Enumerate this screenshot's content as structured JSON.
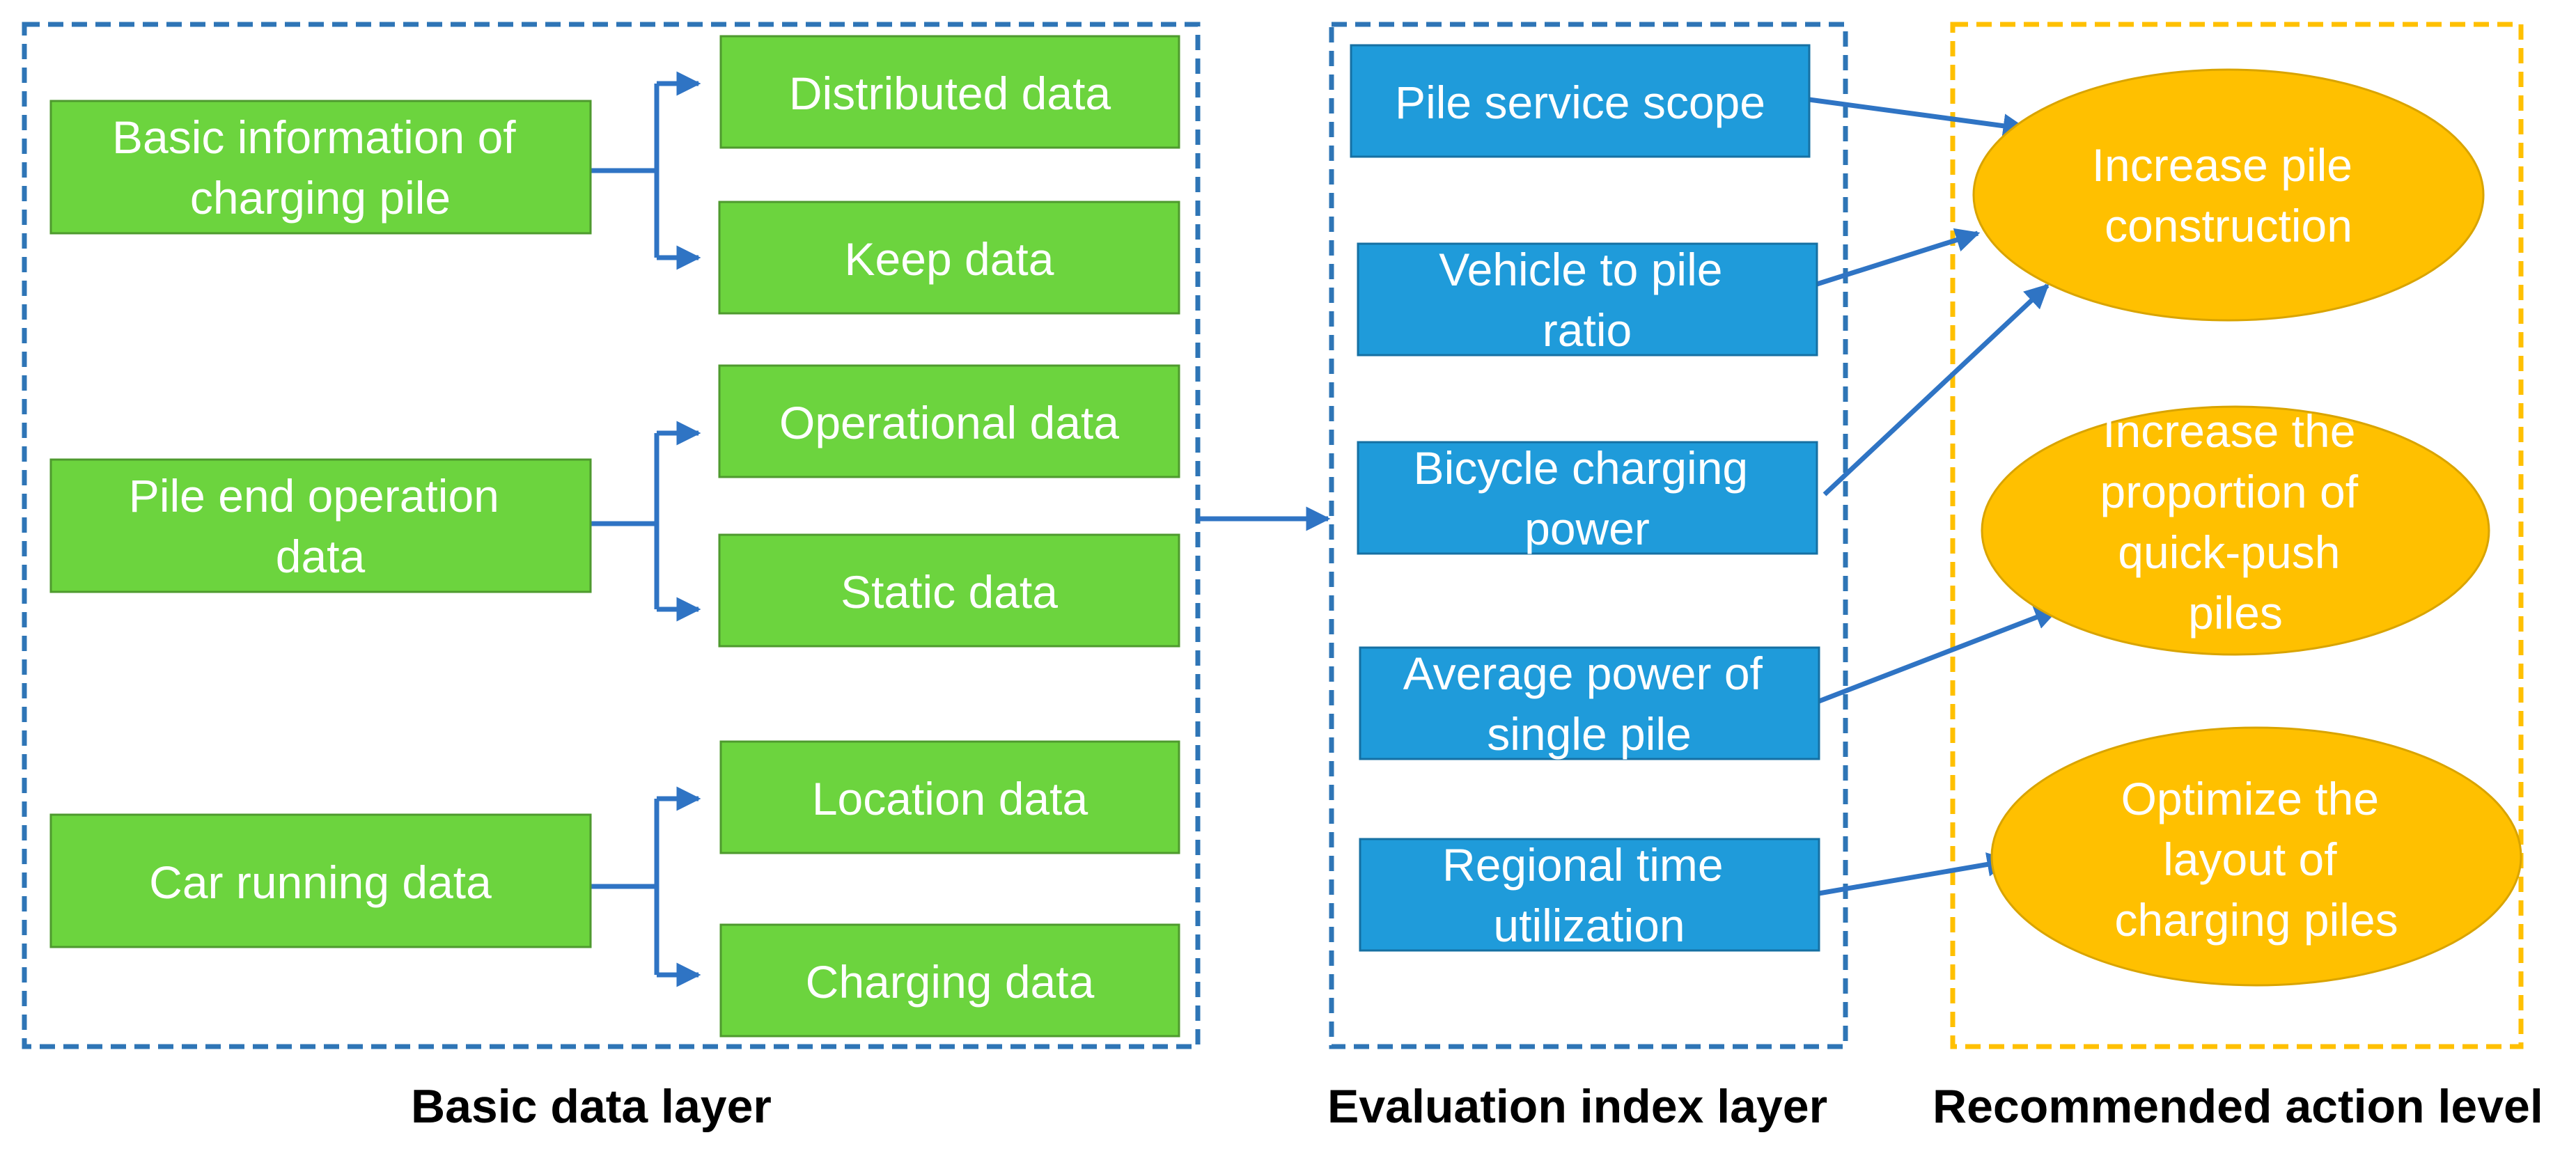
{
  "colors": {
    "green_fill": "#6CD43E",
    "green_stroke": "#4E9A2E",
    "blue_fill": "#1F9BDA",
    "blue_stroke": "#1670A3",
    "gold_fill": "#FFC000",
    "gold_stroke": "#D9A400",
    "dashed_blue": "#2E75B6",
    "dashed_gold": "#FFC000",
    "arrow": "#2F74C4"
  },
  "layers": {
    "basic": "Basic data layer",
    "evaluation": "Evaluation index layer",
    "action": "Recommended action level"
  },
  "basic_sources": [
    {
      "lines": [
        "Basic information of",
        "charging pile"
      ]
    },
    {
      "lines": [
        "Pile end operation",
        "data"
      ]
    },
    {
      "lines": [
        "Car running data"
      ]
    }
  ],
  "data_items": [
    {
      "lines": [
        "Distributed data"
      ]
    },
    {
      "lines": [
        "Keep data"
      ]
    },
    {
      "lines": [
        "Operational data"
      ]
    },
    {
      "lines": [
        "Static data"
      ]
    },
    {
      "lines": [
        "Location data"
      ]
    },
    {
      "lines": [
        "Charging data"
      ]
    }
  ],
  "indices": [
    {
      "lines": [
        "Pile service scope"
      ]
    },
    {
      "lines": [
        "Vehicle to pile",
        "ratio"
      ]
    },
    {
      "lines": [
        "Bicycle charging",
        "power"
      ]
    },
    {
      "lines": [
        "Average power of",
        "single pile"
      ]
    },
    {
      "lines": [
        "Regional time",
        "utilization"
      ]
    }
  ],
  "actions": [
    {
      "lines": [
        "Increase pile",
        "construction"
      ]
    },
    {
      "lines": [
        "Increase the",
        "proportion of",
        "quick-push",
        "piles"
      ]
    },
    {
      "lines": [
        "Optimize the",
        "layout of",
        "charging piles"
      ]
    }
  ]
}
